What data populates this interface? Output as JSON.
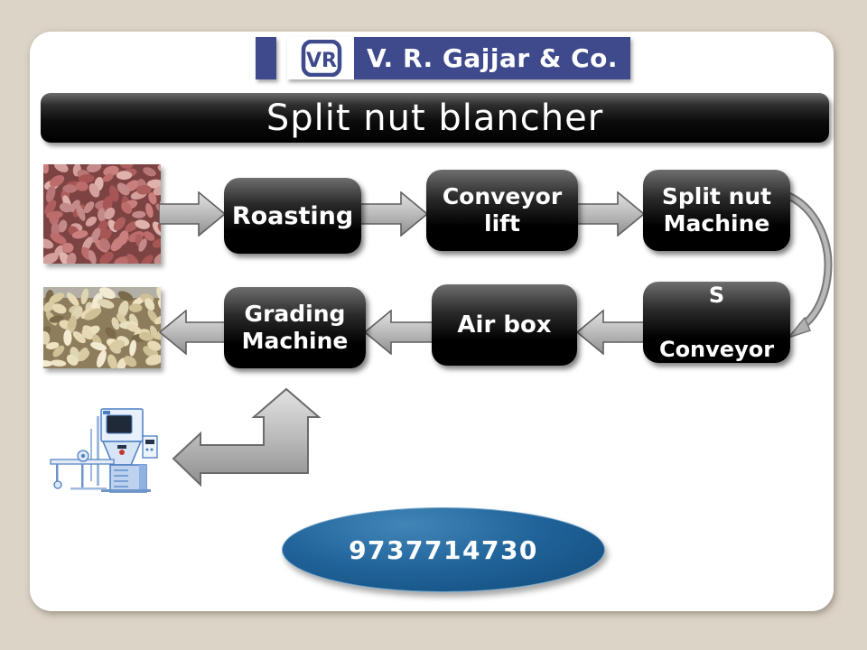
{
  "slide": {
    "background_color": "#dcd4c7",
    "surface_color": "#ffffff"
  },
  "logo": {
    "monogram": "VR",
    "company": "V. R. Gajjar & Co.",
    "navy_color": "#3e4a8c"
  },
  "title": {
    "text": "Split nut blancher",
    "bar_color": "#000000"
  },
  "flow": {
    "boxes": {
      "roasting": "Roasting",
      "conveyor_lift": "Conveyor\nlift",
      "split_nut_machine": "Split nut\nMachine",
      "s_conveyor": "S\n\nConveyor",
      "air_box": "Air box",
      "grading_machine": "Grading\nMachine"
    },
    "box_color": "#000000",
    "arrow_color": "#b3b3b3"
  },
  "images": {
    "input": "roasted-red-skin-peanuts-photo",
    "output": "blanched-split-peanuts-photo",
    "packing": "packing-machine-illustration"
  },
  "contact": {
    "phone": "9737714730",
    "ellipse_color": "#1b5e93"
  }
}
